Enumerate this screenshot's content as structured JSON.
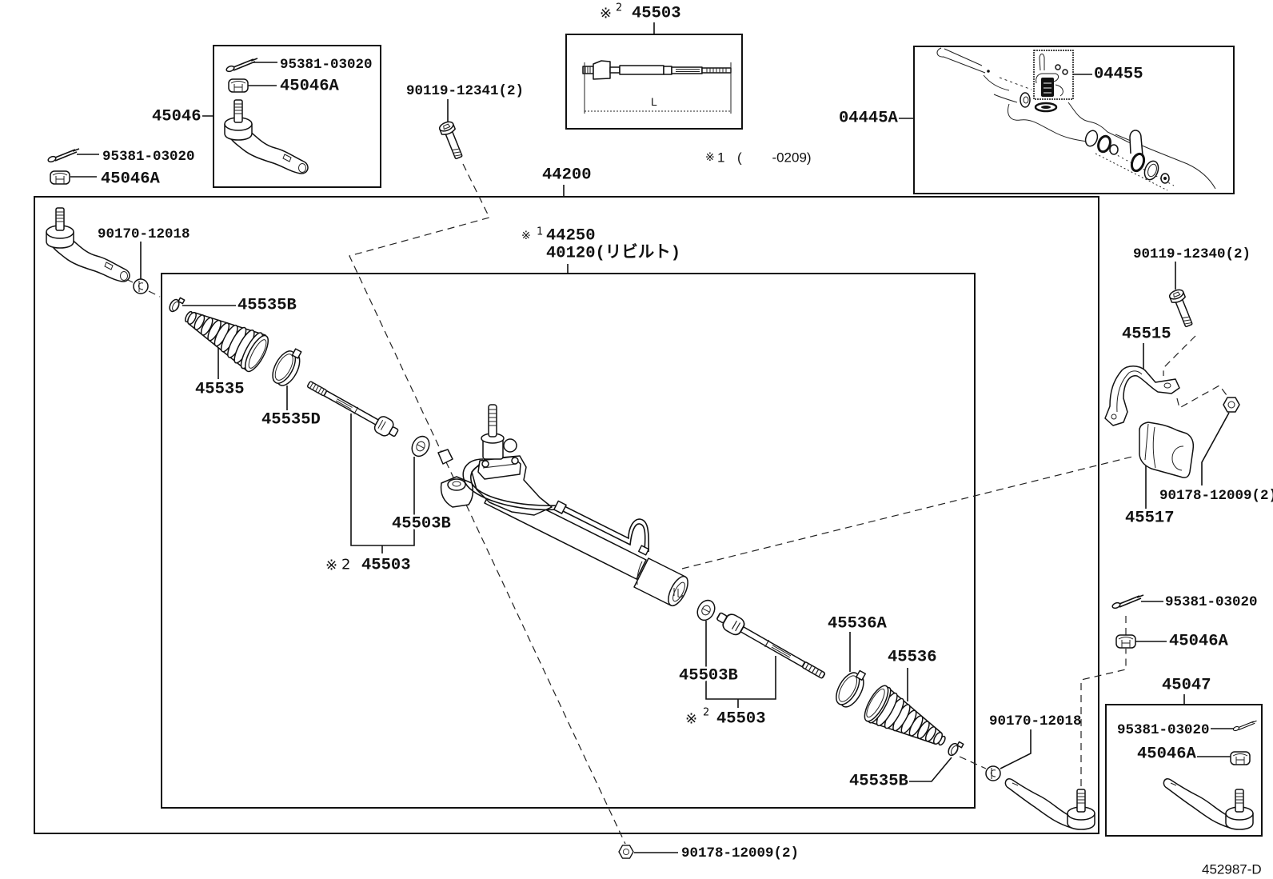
{
  "diagram": {
    "title": "Steering gear / tie rod parts illustration",
    "illustration_no": "452987-D",
    "note": {
      "mark": "※",
      "mark_no": "1",
      "text": "(        -0209)"
    },
    "dimension_label": "L",
    "callouts": {
      "tre_kit_lh": "45046",
      "tre_kit_lh_cotter_pin": "95381-03020",
      "tre_kit_lh_castle_nut": "45046A",
      "lh_cotter_pin": "95381-03020",
      "lh_castle_nut": "45046A",
      "pinion_bolt": "90119-12341(2)",
      "inner_rod_detail": {
        "mark": "※",
        "mark_no": "2",
        "part": "45503"
      },
      "gear_assy": "44200",
      "gasket_kit": "04445A",
      "grease": "04455",
      "lh_tre_lock_nut": "90170-12018",
      "rack_housing": {
        "mark": "※",
        "mark_no": "1",
        "part": "44250"
      },
      "rebuilt_gear": "40120(リビルト)",
      "lh_boot_clip": "45535B",
      "lh_boot": "45535",
      "lh_boot_clamp": "45535D",
      "lh_washer": "45503B",
      "lh_inner_rod": {
        "mark": "※",
        "mark_no": "2",
        "part": "45503"
      },
      "rh_washer": "45503B",
      "rh_inner_rod": {
        "mark": "※",
        "mark_no": "2",
        "part": "45503"
      },
      "rh_boot_clamp": "45536A",
      "rh_boot": "45536",
      "rh_boot_clip": "45535B",
      "rh_tre_lock_nut": "90170-12018",
      "bracket_bolt": "90119-12340(2)",
      "bracket": "45515",
      "bushing": "45517",
      "bracket_nut": "90178-12009(2)",
      "rh_cotter_pin": "95381-03020",
      "rh_castle_nut": "45046A",
      "tre_kit_rh": "45047",
      "tre_kit_rh_cotter_pin": "95381-03020",
      "tre_kit_rh_castle_nut": "45046A",
      "mount_nut": "90178-12009(2)"
    }
  }
}
